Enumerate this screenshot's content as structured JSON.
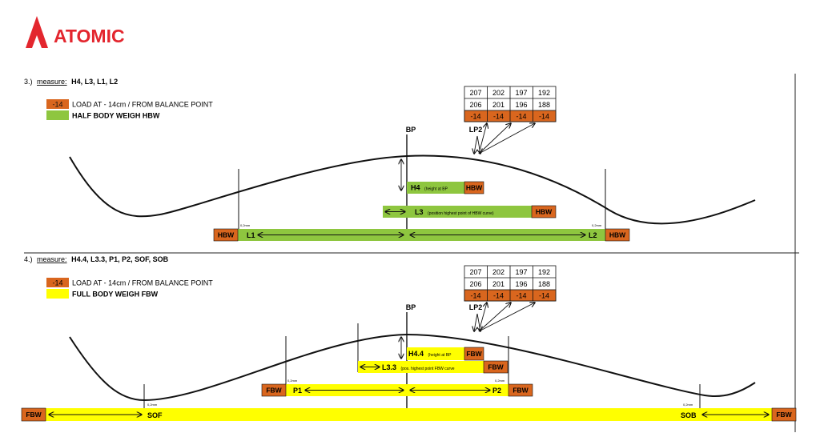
{
  "brand": {
    "name": "ATOMIC",
    "color": "#e3262e"
  },
  "colors": {
    "orange": "#d9661e",
    "green": "#8ec63f",
    "yellow": "#ffff00",
    "ink": "#111111"
  },
  "section1": {
    "number": "3.)",
    "measure_word": "measure:",
    "measure_items": "H4, L3, L1, L2",
    "legend": [
      {
        "swatch": "-14",
        "label": "LOAD AT - 14cm /  FROM BALANCE POINT"
      },
      {
        "label": "HALF BODY WEIGH HBW"
      }
    ],
    "table": [
      [
        "207",
        "202",
        "197",
        "192"
      ],
      [
        "206",
        "201",
        "196",
        "188"
      ],
      [
        "-14",
        "-14",
        "-14",
        "-14"
      ]
    ],
    "bp_label": "BP",
    "lp_label": "LP2",
    "h_label": "H4",
    "h_small": "(height at BP",
    "l3_label": "L3",
    "l3_small": "(position highest point of HBW curve)",
    "l1_label": "L1",
    "l2_label": "L2",
    "tag": "HBW",
    "tick_small": "0,2mm"
  },
  "section2": {
    "number": "4.)",
    "measure_word": "measure:",
    "measure_items": "H4.4, L3.3, P1, P2, SOF, SOB",
    "legend": [
      {
        "swatch": "-14",
        "label": "LOAD AT - 14cm /  FROM BALANCE POINT"
      },
      {
        "label": "FULL BODY WEIGH FBW"
      }
    ],
    "table": [
      [
        "207",
        "202",
        "197",
        "192"
      ],
      [
        "206",
        "201",
        "196",
        "188"
      ],
      [
        "-14",
        "-14",
        "-14",
        "-14"
      ]
    ],
    "bp_label": "BP",
    "lp_label": "LP2",
    "h_label": "H4.4",
    "h_small": "(height at BP",
    "l3_label": "L3.3",
    "l3_small": "(pos. highest point FBW curve",
    "p1_label": "P1",
    "p2_label": "P2",
    "sof_label": "SOF",
    "sob_label": "SOB",
    "tag": "FBW",
    "tick_small": "0,2mm"
  }
}
